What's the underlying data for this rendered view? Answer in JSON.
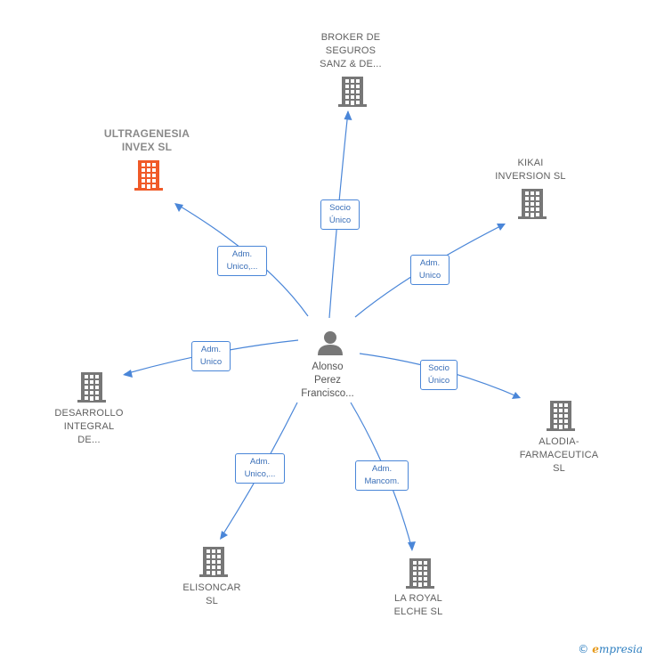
{
  "center": {
    "label": "Alonso\nPerez\nFrancisco..."
  },
  "nodes": [
    {
      "id": "broker",
      "label": "BROKER DE\nSEGUROS\nSANZ & DE...",
      "highlight": false
    },
    {
      "id": "ultragenesia",
      "label": "ULTRAGENESIA\nINVEX  SL",
      "highlight": true
    },
    {
      "id": "kikai",
      "label": "KIKAI\nINVERSION  SL",
      "highlight": false
    },
    {
      "id": "desarrollo",
      "label": "DESARROLLO\nINTEGRAL\nDE...",
      "highlight": false
    },
    {
      "id": "alodia",
      "label": "ALODIA-\nFARMACEUTICA\nSL",
      "highlight": false
    },
    {
      "id": "elisoncar",
      "label": "ELISONCAR\nSL",
      "highlight": false
    },
    {
      "id": "laroyal",
      "label": "LA ROYAL\nELCHE SL",
      "highlight": false
    }
  ],
  "edges": [
    {
      "to": "broker",
      "label": "Socio\nÚnico"
    },
    {
      "to": "ultragenesia",
      "label": "Adm.\nUnico,..."
    },
    {
      "to": "kikai",
      "label": "Adm.\nUnico"
    },
    {
      "to": "desarrollo",
      "label": "Adm.\nUnico"
    },
    {
      "to": "alodia",
      "label": "Socio\nÚnico"
    },
    {
      "to": "elisoncar",
      "label": "Adm.\nUnico,..."
    },
    {
      "to": "laroyal",
      "label": "Adm.\nMancom."
    }
  ],
  "colors": {
    "edge": "#4a86d8",
    "building": "#777777",
    "building_highlight": "#f05a28",
    "person": "#777777"
  },
  "icons": {
    "company": "building-icon",
    "person": "person-icon"
  },
  "brand": {
    "copyright": "©",
    "initial": "e",
    "rest": "mpresia"
  }
}
